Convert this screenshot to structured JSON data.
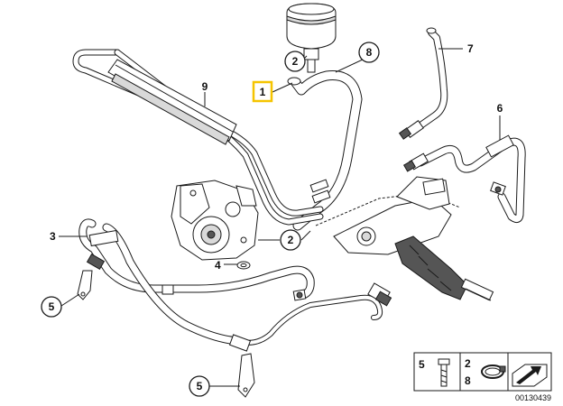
{
  "callouts": {
    "c1": "1",
    "c2a": "2",
    "c2b": "2",
    "c3": "3",
    "c4": "4",
    "c5a": "5",
    "c5b": "5",
    "c6": "6",
    "c7": "7",
    "c8": "8",
    "c9": "9"
  },
  "legend": {
    "item_5": "5",
    "item_2": "2",
    "item_8": "8"
  },
  "reference_number": "00130439",
  "colors": {
    "highlight": "#f5c400",
    "line": "#1a1a1a",
    "shade": "#d9d9d9"
  }
}
